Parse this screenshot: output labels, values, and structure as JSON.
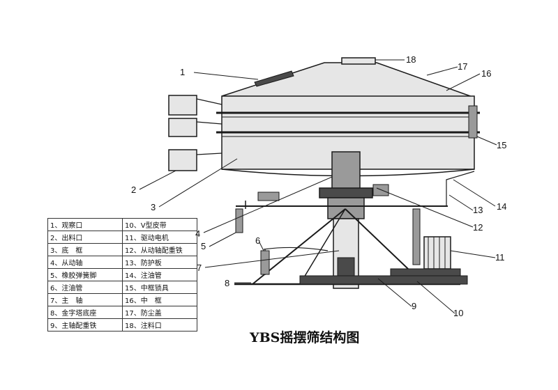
{
  "title": "YBS摇摆筛结构图",
  "callouts": [
    "1",
    "2",
    "3",
    "4",
    "5",
    "6",
    "7",
    "8",
    "9",
    "10",
    "11",
    "12",
    "13",
    "14",
    "15",
    "16",
    "17",
    "18"
  ],
  "legend": [
    [
      "1、观察口",
      "10、V型皮带"
    ],
    [
      "2、出料口",
      "11、驱动电机"
    ],
    [
      "3、底　框",
      "12、从动轴配重铁"
    ],
    [
      "4、从动轴",
      "13、防护板"
    ],
    [
      "5、橡胶弹簧脚",
      "14、注油管"
    ],
    [
      "6、注油管",
      "15、中框锁具"
    ],
    [
      "7、主　轴",
      "16、中　框"
    ],
    [
      "8、金字塔底座",
      "17、防尘盖"
    ],
    [
      "9、主轴配重铁",
      "18、注料口"
    ]
  ]
}
